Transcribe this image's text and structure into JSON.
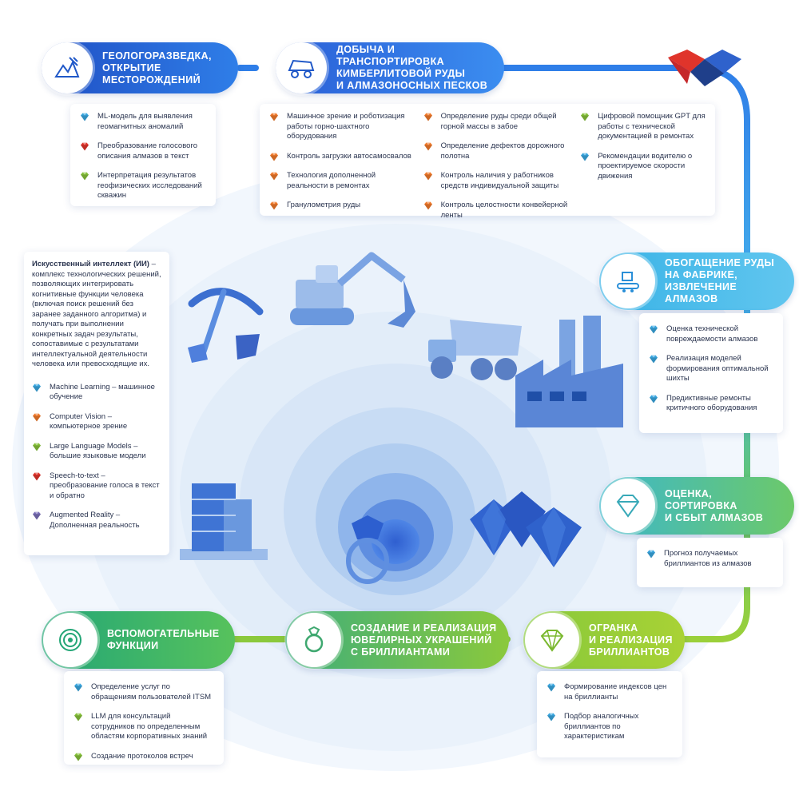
{
  "stages": {
    "geology": {
      "title": "Геологоразведка,\nоткрытие\nместорождений",
      "icon": "geology-icon",
      "items": [
        {
          "text": "ML-модель для выявления геомагнитных аномалий",
          "gem": "ml"
        },
        {
          "text": "Преобразование голосового описания алмазов в текст",
          "gem": "speech"
        },
        {
          "text": "Интерпретация результатов геофизических исследований скважин",
          "gem": "llm"
        }
      ]
    },
    "mining": {
      "title": "Добыча и транспортировка\nкимберлитовой руды\nи алмазоносных песков",
      "icon": "dump-truck-icon",
      "items_col1": [
        {
          "text": "Машинное зрение и роботизация работы горно-шахтного оборудования",
          "gem": "cv"
        },
        {
          "text": "Контроль загрузки автосамосвалов",
          "gem": "cv"
        },
        {
          "text": "Технология дополненной реальности в ремонтах",
          "gem": "cv"
        },
        {
          "text": "Гранулометрия руды",
          "gem": "cv"
        }
      ],
      "items_col2": [
        {
          "text": "Определение руды среди общей горной массы в забое",
          "gem": "cv"
        },
        {
          "text": "Определение дефектов дорожного полотна",
          "gem": "cv"
        },
        {
          "text": "Контроль наличия у работников средств индивидуальной защиты",
          "gem": "cv"
        },
        {
          "text": "Контроль целостности конвейерной ленты",
          "gem": "cv"
        }
      ],
      "items_col3": [
        {
          "text": "Цифровой помощник GPT для работы с технической документацией в ремонтах",
          "gem": "llm"
        },
        {
          "text": "Рекомендации водителю о проектируемое скорости движения",
          "gem": "ml"
        }
      ]
    },
    "processing": {
      "title": "Обогащение руды\nна фабрике,\nизвлечение алмазов",
      "icon": "conveyor-icon",
      "items": [
        {
          "text": "Оценка технической повреждаемости алмазов",
          "gem": "ml"
        },
        {
          "text": "Реализация моделей формирования оптимальной шихты",
          "gem": "ml"
        },
        {
          "text": "Предиктивные ремонты критичного оборудования",
          "gem": "ml"
        }
      ]
    },
    "sorting": {
      "title": "Оценка, сортировка\nи сбыт алмазов",
      "icon": "diamond-outline-icon",
      "items": [
        {
          "text": "Прогноз получаемых бриллиантов из алмазов",
          "gem": "ml"
        }
      ]
    },
    "cutting": {
      "title": "Огранка\nи реализация\nбриллиантов",
      "icon": "cut-diamond-icon",
      "items": [
        {
          "text": "Формирование индексов цен на бриллианты",
          "gem": "ml"
        },
        {
          "text": "Подбор аналогичных бриллиантов по характеристикам",
          "gem": "ml"
        }
      ]
    },
    "jewelry": {
      "title": "Создание и реализация\nювелирных украшений\nс бриллиантами",
      "icon": "ring-icon"
    },
    "support": {
      "title": "Вспомогательные\nфункции",
      "icon": "target-icon",
      "items": [
        {
          "text": "Определение услуг по обращениям пользователей ITSM",
          "gem": "ml"
        },
        {
          "text": "LLM для консультаций сотрудников по определенным областям корпоративных знаний",
          "gem": "llm"
        },
        {
          "text": "Создание протоколов встреч",
          "gem": "llm"
        }
      ]
    }
  },
  "info": {
    "definition_bold": "Искусственный интеллект (ИИ)",
    "definition_rest": " – комплекс технологических решений, позволяющих интегрировать когнитивные функции человека (включая поиск решений без заранее заданного алгоритма) и получать при выполнении конкретных задач результаты, сопоставимые с результатами интеллектуальной деятельности человека или превосходящие их.",
    "legend": [
      {
        "text": "Machine Learning – машинное обучение",
        "gem": "ml"
      },
      {
        "text": "Computer Vision – компьютерное зрение",
        "gem": "cv"
      },
      {
        "text": "Large Language Models – большие языковые модели",
        "gem": "llm"
      },
      {
        "text": "Speech-to-text – преобразование голоса в текст и обратно",
        "gem": "speech"
      },
      {
        "text": "Augmented Reality – Дополненная реальность",
        "gem": "ar"
      }
    ]
  },
  "gem_colors": {
    "ml": "#3aa7e0",
    "cv": "#f07a2b",
    "llm": "#86c13a",
    "speech": "#e0342b",
    "ar": "#7a6fb8"
  },
  "logo": "logo-icon"
}
